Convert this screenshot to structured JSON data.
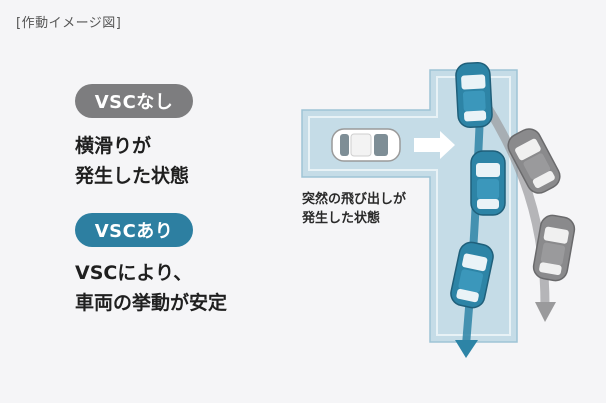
{
  "caption": "[作動イメージ図]",
  "without_vsc": {
    "label": "VSCなし",
    "line1": "横滑りが",
    "line2": "発生した状態",
    "color": "#7d7d7f"
  },
  "with_vsc": {
    "label": "VSCあり",
    "line1": "VSCにより、",
    "line2": "車両の挙動が安定",
    "color": "#2d7fa1"
  },
  "scenario": {
    "line1": "突然の飛び出しが",
    "line2": "発生した状態"
  },
  "colors": {
    "road": "#c5dce7",
    "road_edge": "#9ec3d5",
    "blue_car": "#2d84a6",
    "gray_car": "#8a8a8c",
    "arrow_white": "#ffffff"
  }
}
